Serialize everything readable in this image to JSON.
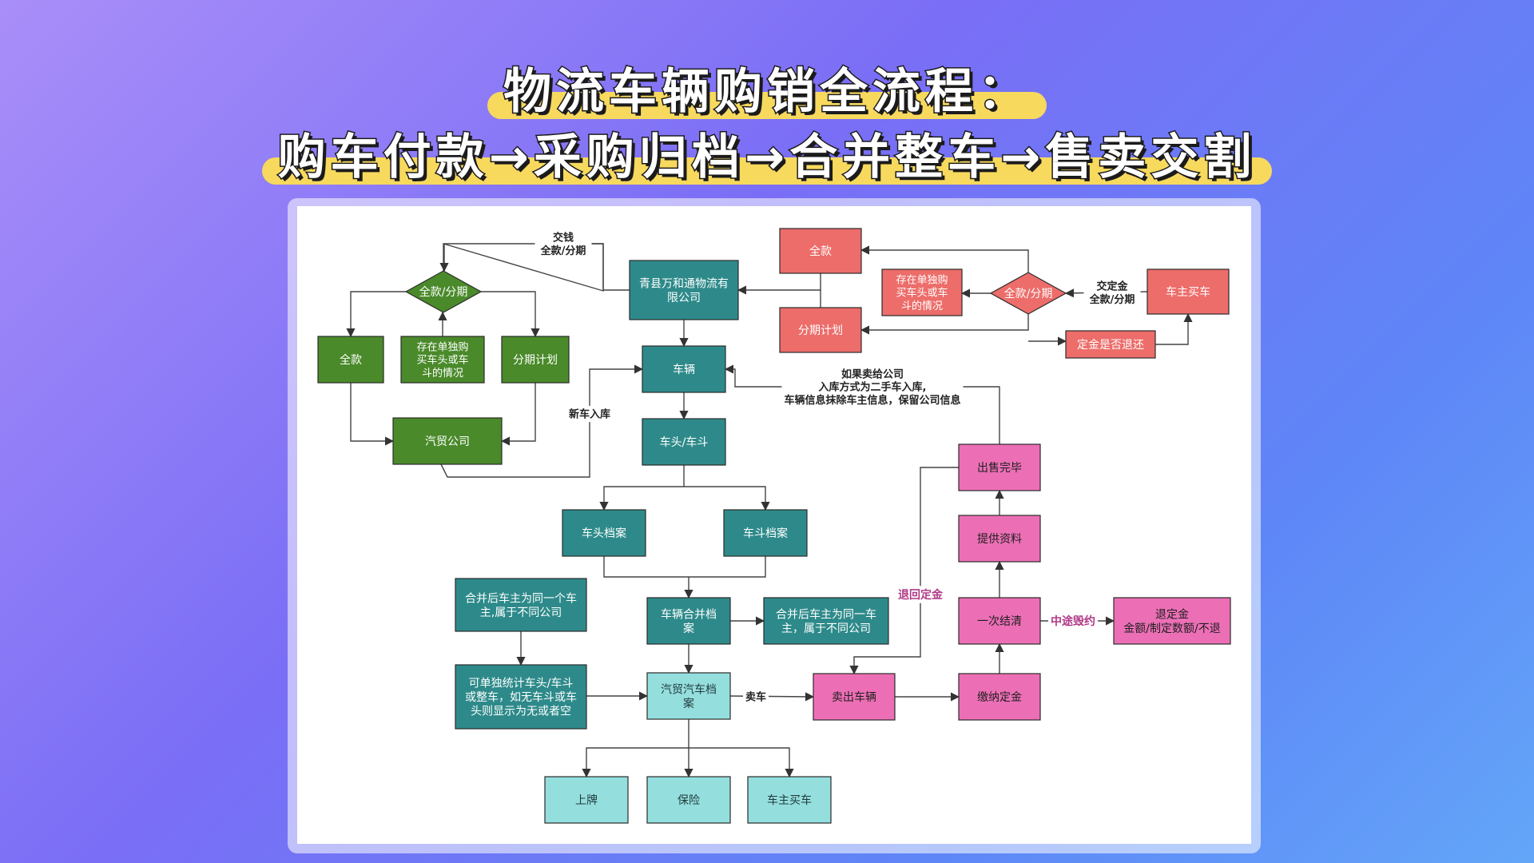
{
  "title": {
    "line1": "物流车辆购销全流程：",
    "line2": "购车付款→采购归档→合并整车→售卖交割"
  },
  "colors": {
    "green": "#4a8a2a",
    "teal": "#2e8a8a",
    "light_teal": "#95dede",
    "red": "#ec6d6a",
    "pink": "#ec6fb6",
    "label_purple": "#b03a86",
    "yellow_highlight": "#f7d95e"
  },
  "diagram": {
    "nodes": {
      "g_diamond": "全款/分期",
      "g_full": "全款",
      "g_exist": "存在单独购\n买车头或车\n斗的情况",
      "g_install": "分期计划",
      "g_auto": "汽贸公司",
      "company": "青县万和通物流有\n限公司",
      "vehicle": "车辆",
      "head_body": "车头/车斗",
      "head_file": "车头档案",
      "body_file": "车斗档案",
      "merge_file": "车辆合并档\n案",
      "merge_note_same": "合并后车主为同一个车\n主,属于不同公司",
      "merge_note_right": "合并后车主为同一车\n主，属于不同公司",
      "count_note": "可单独统计车头/车斗\n或整车，如无车斗或车\n头则显示为无或者空",
      "auto_file": "汽贸汽车档\n案",
      "plate": "上牌",
      "insurance": "保险",
      "owner_buy_bottom": "车主买车",
      "sell": "卖出车辆",
      "deposit": "缴纳定金",
      "settle": "一次结清",
      "provide": "提供资料",
      "sold": "出售完毕",
      "refund": "退定金\n金额/制定数额/不退",
      "r_full": "全款",
      "r_install": "分期计划",
      "r_exist": "存在单独购\n买车头或车\n斗的情况",
      "r_diamond": "全款/分期",
      "r_owner": "车主买车",
      "r_deposit_q": "定金是否退还"
    },
    "labels": {
      "pay": "交钱\n全款/分期",
      "new_stock": "新车入库",
      "if_sold": "如果卖给公司\n入库方式为二手车入库,\n车辆信息抹除车主信息，保留公司信息",
      "deposit_pay": "交定金\n全款/分期",
      "sell_car": "卖车",
      "refund_deposit": "退回定金",
      "breach": "中途毁约"
    }
  }
}
